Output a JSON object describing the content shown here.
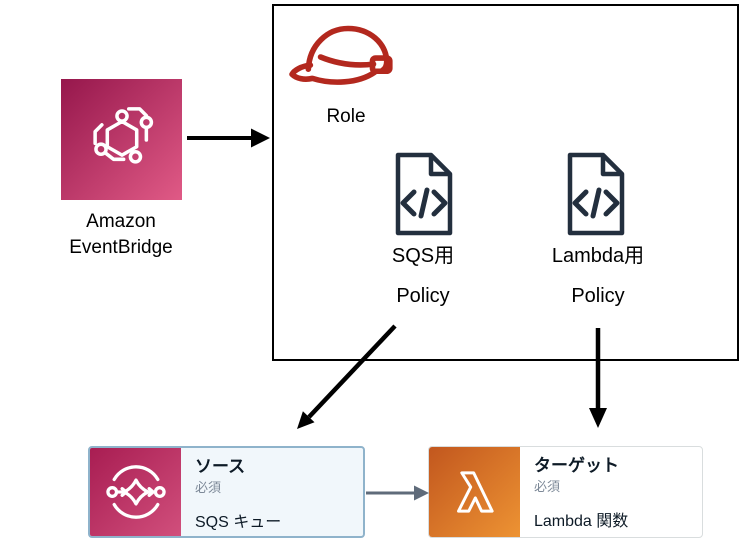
{
  "diagram": {
    "eventbridge": {
      "label_line1": "Amazon",
      "label_line2": "EventBridge"
    },
    "iam_box": {
      "role_label": "Role",
      "policies": [
        {
          "label_line1": "SQS用",
          "label_line2": "Policy"
        },
        {
          "label_line1": "Lambda用",
          "label_line2": "Policy"
        }
      ]
    },
    "cards": {
      "source": {
        "title": "ソース",
        "badge": "必須",
        "value": "SQS キュー"
      },
      "target": {
        "title": "ターゲット",
        "badge": "必須",
        "value": "Lambda 関数"
      }
    },
    "icons": {
      "eventbridge": "eventbridge-hexagon-icon",
      "role": "hard-hat-icon",
      "policy": "code-document-icon",
      "source": "sqs-icon",
      "target": "lambda-icon"
    },
    "colors": {
      "pink_gradient_start": "#96174C",
      "pink_gradient_end": "#E05A86",
      "orange_gradient_start": "#C2571E",
      "orange_gradient_end": "#ED9333",
      "policy_icon_navy": "#232F3E",
      "role_icon_red": "#B3281E",
      "badge_gray": "#7D8998",
      "connector_gray": "#5F6B7A",
      "source_card_border": "#8FB3CB",
      "source_card_fill": "#F1F7FB",
      "arrow_black": "#000000"
    }
  }
}
